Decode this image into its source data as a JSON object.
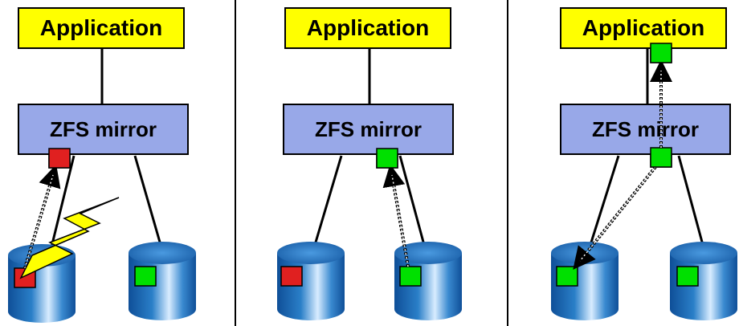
{
  "panels": [
    {
      "application_label": "Application",
      "mirror_label": "ZFS mirror"
    },
    {
      "application_label": "Application",
      "mirror_label": "ZFS mirror"
    },
    {
      "application_label": "Application",
      "mirror_label": "ZFS mirror"
    }
  ],
  "colors": {
    "application_fill": "#ffff00",
    "mirror_fill": "#98a8e8",
    "disk_body": "#1e6fb8",
    "bad_block": "#e02020",
    "good_block": "#00e000",
    "lightning": "#ffff00"
  },
  "icons": [
    "lightning-bolt-icon",
    "disk-icon",
    "data-block-icon"
  ]
}
